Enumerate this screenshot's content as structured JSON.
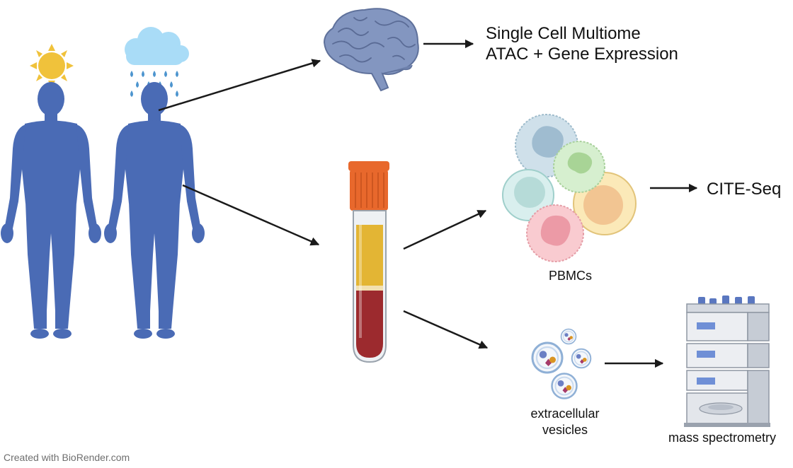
{
  "labels": {
    "multiome_line1": "Single Cell Multiome",
    "multiome_line2": "ATAC + Gene Expression",
    "cite_seq": "CITE-Seq",
    "pbmcs": "PBMCs",
    "ev_line1": "extracellular",
    "ev_line2": "vesicles",
    "mass_spec": "mass spectrometry",
    "footer": "Created with BioRender.com"
  },
  "icons": [
    "sun-icon",
    "rain-cloud-icon",
    "human-figure-icon",
    "brain-icon",
    "blood-tube-icon",
    "pbmc-cells-icon",
    "extracellular-vesicles-icon",
    "mass-spectrometer-icon",
    "arrow-icon"
  ],
  "colors": {
    "figure": "#4a6bb5",
    "figure_dark": "#3a5599",
    "sun": "#f0c23b",
    "cloud": "#a9dcf7",
    "rain": "#4d95cf",
    "brain": "#7f93bd",
    "cap": "#e8682c",
    "plasma": "#e3b534",
    "blood": "#9c2a2e",
    "arrow": "#1a1a1a"
  }
}
